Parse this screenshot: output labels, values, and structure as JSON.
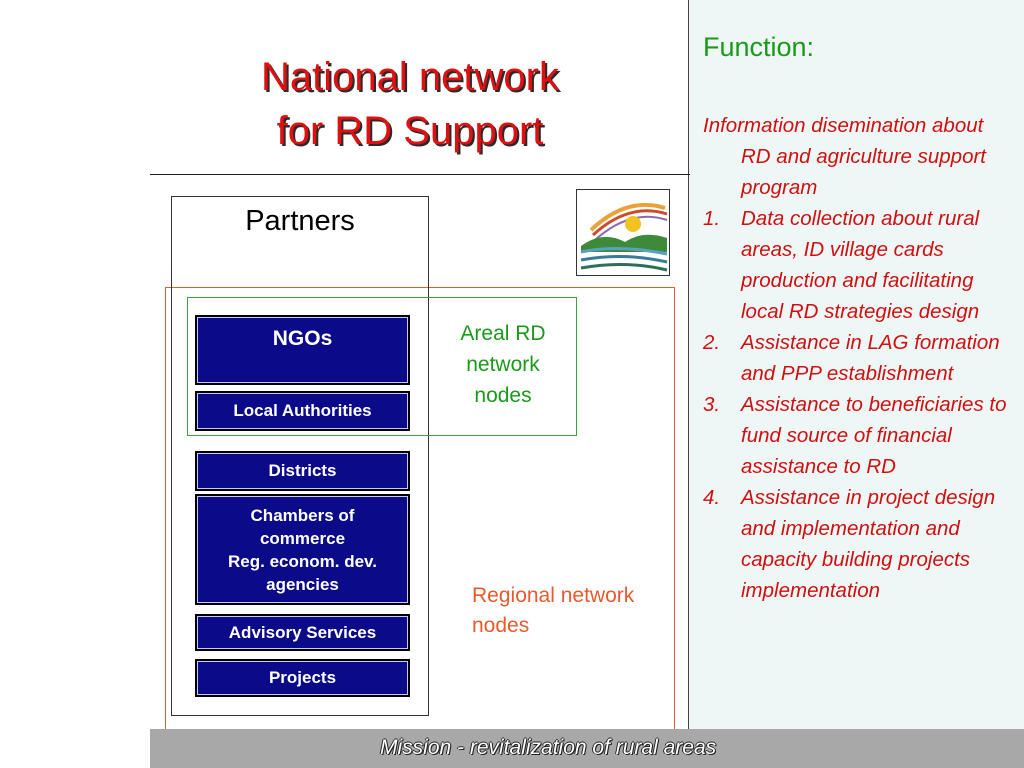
{
  "title": {
    "line1": "National network",
    "line2": "for RD Support"
  },
  "partners_label": "Partners",
  "nodes": {
    "ngos": "NGOs",
    "local_authorities": "Local Authorities",
    "districts": "Districts",
    "chambers": {
      "line1": "Chambers of",
      "line2": "commerce",
      "line3": "Reg. econom. dev.",
      "line4": "agencies"
    },
    "advisory": "Advisory Services",
    "projects": "Projects"
  },
  "areal_label": {
    "line1": "Areal RD",
    "line2": "network",
    "line3": "nodes"
  },
  "regional_label": {
    "line1": "Regional network",
    "line2": "nodes"
  },
  "function": {
    "heading": "Function:",
    "intro": "Information disemination about RD and agriculture support program",
    "items": [
      {
        "num": "1.",
        "text": "Data collection about rural areas, ID village cards production and facilitating local RD strategies design"
      },
      {
        "num": "2.",
        "text": "Assistance in LAG formation and PPP establishment"
      },
      {
        "num": "3.",
        "text": "Assistance to beneficiaries to fund source of financial assistance to RD"
      },
      {
        "num": "4.",
        "text": "Assistance in project design and implementation and capacity building projects implementation"
      }
    ]
  },
  "footer": "Mission - revitalization of rural areas",
  "colors": {
    "title": "#e01010",
    "node_fill": "#0b0b8a",
    "areal_green": "#1a9a1a",
    "regional_orange": "#e85a2c",
    "function_text": "#d01010",
    "panel_bg": "#eef6f6",
    "footer_bar": "#a8a8a8"
  },
  "icons": [
    "rural-landscape-logo-icon"
  ]
}
